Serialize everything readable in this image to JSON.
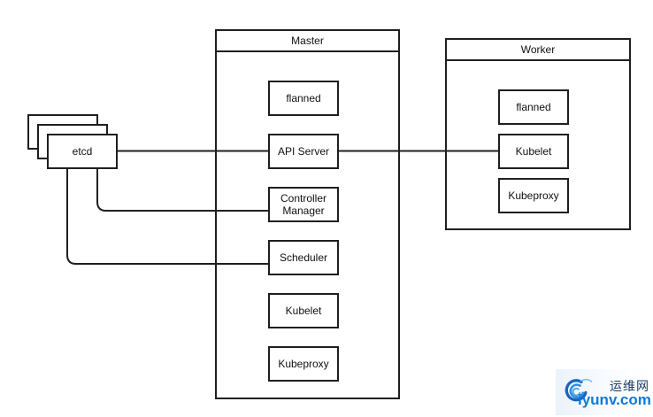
{
  "diagram": {
    "etcd": {
      "label": "etcd",
      "stack_count": 3
    },
    "master": {
      "title": "Master",
      "components": [
        "flanned",
        "API Server",
        "Controller Manager",
        "Scheduler",
        "Kubelet",
        "Kubeproxy"
      ]
    },
    "worker": {
      "title": "Worker",
      "components": [
        "flanned",
        "Kubelet",
        "Kubeproxy"
      ]
    },
    "edges": [
      {
        "id": "etcd-to-apiserver",
        "from": "etcd",
        "to": "API Server"
      },
      {
        "id": "apiserver-to-worker-kubelet",
        "from": "API Server",
        "to": "Worker Kubelet"
      },
      {
        "id": "etcd-to-controller-manager",
        "from": "etcd",
        "to": "Controller Manager"
      },
      {
        "id": "etcd-to-scheduler",
        "from": "etcd",
        "to": "Scheduler"
      }
    ],
    "colors": {
      "line": "#1f1f1f",
      "box_border": "#1f1f1f",
      "box_fill": "#ffffff",
      "text": "#111111"
    }
  },
  "watermark": {
    "site_name": "运维网",
    "site_url": "iyunv.com",
    "name_color": "#1c3a64",
    "url_color": "#1279d8",
    "logo_colors": [
      "#1565c0",
      "#2e8fdf",
      "#55a9e8",
      "#7cc0ef"
    ]
  }
}
